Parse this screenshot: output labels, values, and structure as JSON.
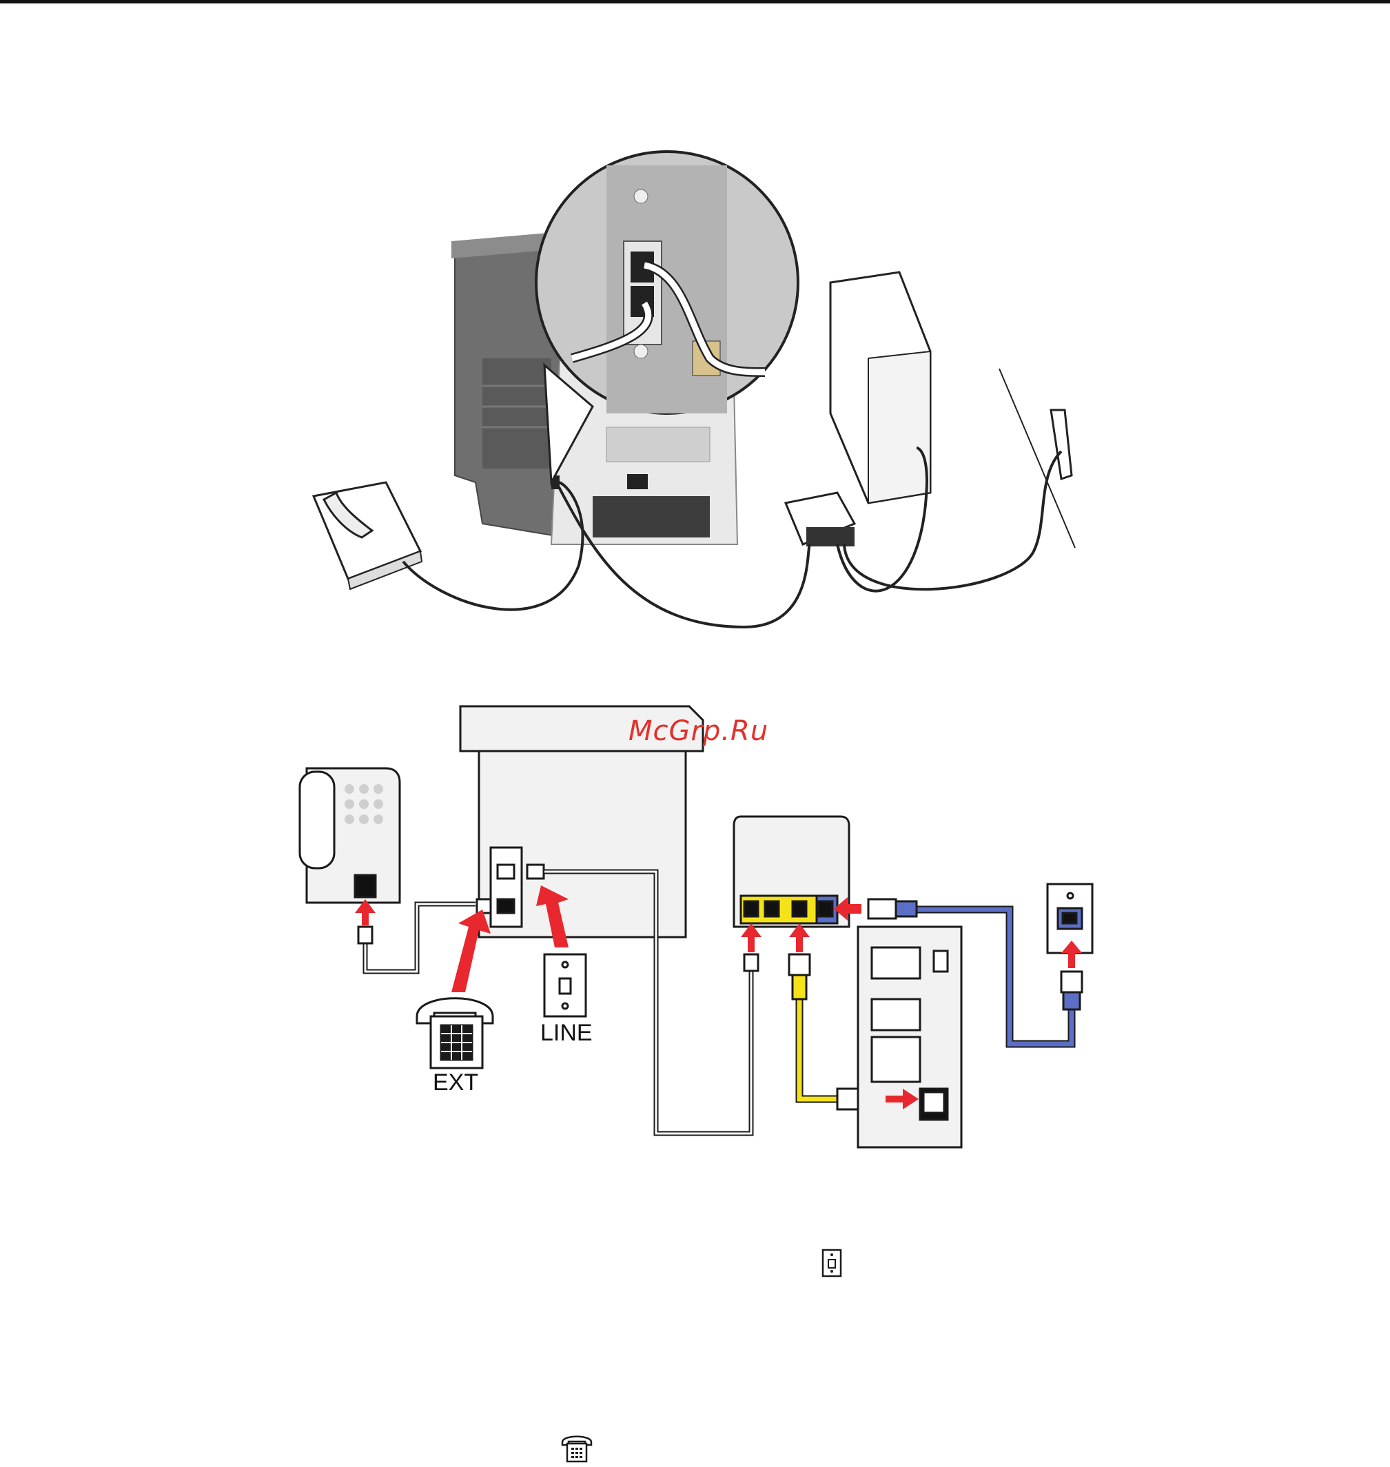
{
  "watermark": "McGrp.Ru",
  "labels": {
    "ext": "EXT",
    "line": "LINE"
  },
  "colors": {
    "arrow": "#e8272e",
    "ethernet_cable": "#f5e31a",
    "dsl_cable": "#5b6fc7",
    "device_fill": "#f2f2f2",
    "outline": "#1a1a1a",
    "watermark": "#e3302b"
  },
  "icons": {
    "wall_jack_inline": "wall-jack-icon",
    "phone_inline": "desk-phone-icon"
  }
}
